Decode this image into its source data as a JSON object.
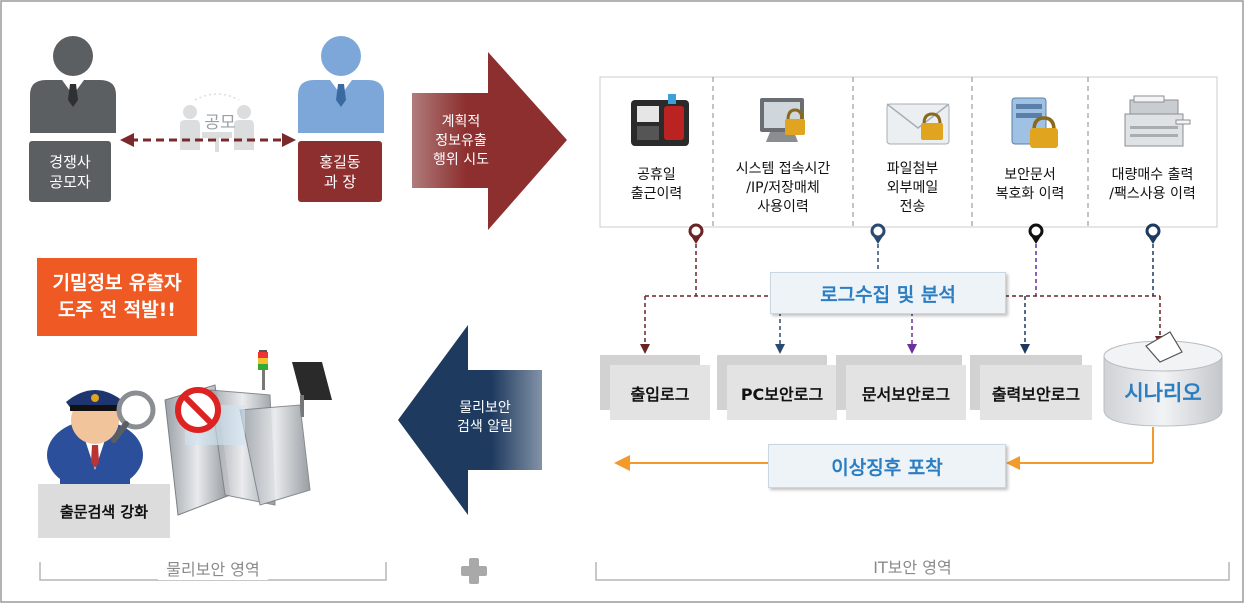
{
  "people": {
    "competitor": {
      "label": "경쟁사\n공모자",
      "color": "#5c5f62"
    },
    "insider": {
      "label": "홍길동\n과  장",
      "color": "#8e2f2f"
    },
    "collusion_label": "공모"
  },
  "arrows": {
    "attempt_label": "계획적\n정보유출\n행위 시도",
    "alert_label": "물리보안\n검색 알림"
  },
  "log_sources": [
    {
      "label": "공휴일\n출근이력",
      "icon": "attendance-terminal-icon"
    },
    {
      "label": "시스템 접속시간\n/IP/저장매체\n사용이력",
      "icon": "locked-monitor-icon"
    },
    {
      "label": "파일첨부\n외부메일\n전송",
      "icon": "locked-mail-icon"
    },
    {
      "label": "보안문서\n복호화 이력",
      "icon": "locked-server-icon"
    },
    {
      "label": "대량매수 출력\n/팩스사용 이력",
      "icon": "copier-icon"
    }
  ],
  "collect_label": "로그수집 및 분석",
  "logs": [
    "출입로그",
    "PC보안로그",
    "문서보안로그",
    "출력보안로그"
  ],
  "scenario_label": "시나리오",
  "anomaly_label": "이상징후 포착",
  "alert_badge": "기밀정보 유출자\n도주 전 적발!!",
  "guard_label": "출문검색 강화",
  "zones": {
    "physical": "물리보안 영역",
    "it": "IT보안 영역"
  },
  "colors": {
    "accent_red": "#8e2f2f",
    "navy": "#1e3a5f",
    "orange": "#ef5a24",
    "blue_text": "#2c7ec2",
    "line_orange": "#f39a2b"
  }
}
